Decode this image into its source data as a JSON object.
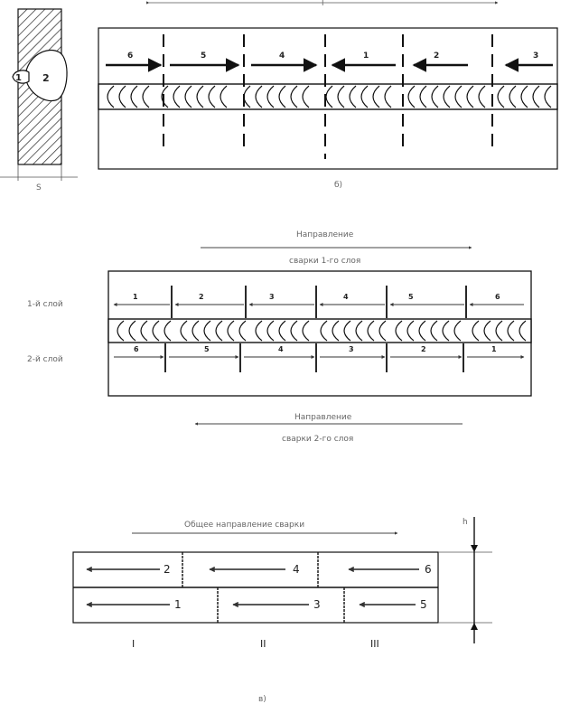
{
  "fig_a": {
    "cross_section": {
      "bead1": "1",
      "bead2": "2",
      "dim": "S"
    },
    "top_dim": "l",
    "segments": [
      "6",
      "5",
      "4",
      "1",
      "2",
      "3"
    ],
    "caption": "б)"
  },
  "fig_b": {
    "top_note_1": "Направление",
    "top_note_2": "сварки 1-го слоя",
    "row1_label": "1-й слой",
    "row2_label": "2-й слой",
    "row1": [
      "1",
      "2",
      "3",
      "4",
      "5",
      "6"
    ],
    "row2": [
      "6",
      "5",
      "4",
      "3",
      "2",
      "1"
    ],
    "bottom_note_1": "Направление",
    "bottom_note_2": "сварки 2-го слоя"
  },
  "fig_c": {
    "top_note": "Общее направление сварки",
    "top_right": "h",
    "row1": [
      "2",
      "4",
      "6"
    ],
    "row2": [
      "1",
      "3",
      "5"
    ],
    "zones": [
      "I",
      "II",
      "III"
    ],
    "caption": "в)"
  }
}
